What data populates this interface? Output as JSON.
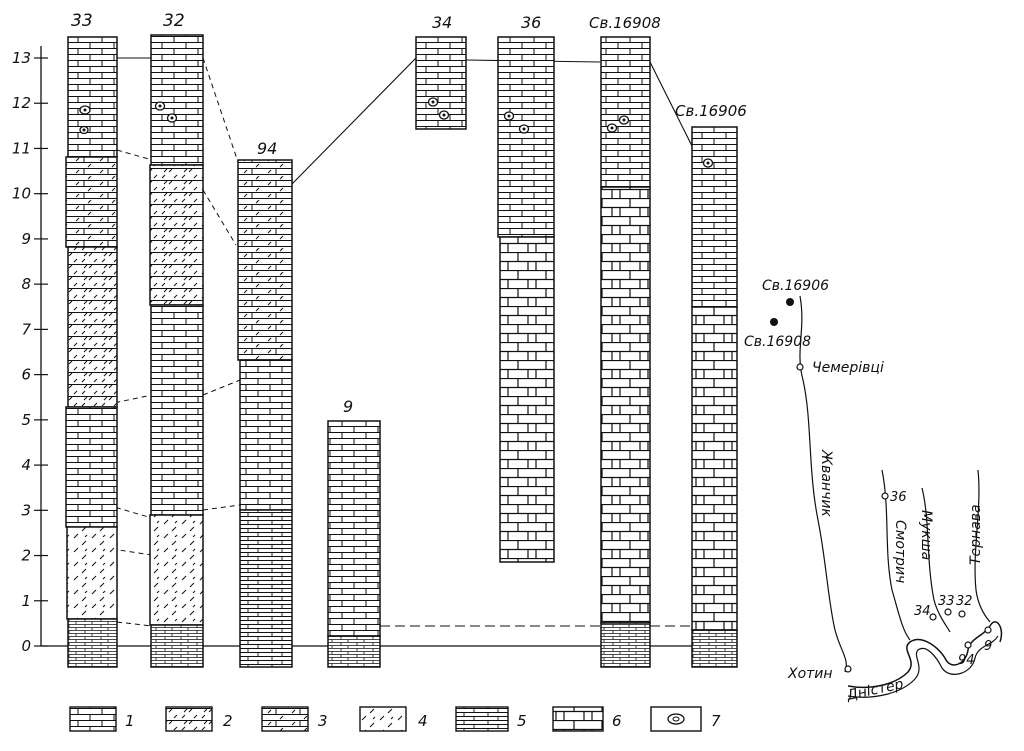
{
  "scale": {
    "ticks": [
      "0",
      "1",
      "2",
      "3",
      "4",
      "5",
      "6",
      "7",
      "8",
      "9",
      "10",
      "11",
      "12",
      "13"
    ]
  },
  "columns": [
    {
      "label": "33"
    },
    {
      "label": "32"
    },
    {
      "label": "94"
    },
    {
      "label": "9"
    },
    {
      "label": "34"
    },
    {
      "label": "36"
    },
    {
      "label": "Св.16908"
    },
    {
      "label": "Св.16906"
    }
  ],
  "legend": {
    "items": [
      {
        "number": "1"
      },
      {
        "number": "2"
      },
      {
        "number": "3"
      },
      {
        "number": "4"
      },
      {
        "number": "5"
      },
      {
        "number": "6"
      },
      {
        "number": "7"
      }
    ]
  },
  "map": {
    "wells": [
      "Св.16906",
      "Св.16908"
    ],
    "town": "Чемерівці",
    "city": "Хотин",
    "rivers": {
      "zhvanchyk": "Жванчик",
      "smotrych": "Смотрич",
      "mukshа": "Мукша",
      "ternava": "Тернава",
      "dnister": "Дністер"
    },
    "points": [
      "36",
      "34",
      "33",
      "32",
      "94",
      "9"
    ]
  }
}
